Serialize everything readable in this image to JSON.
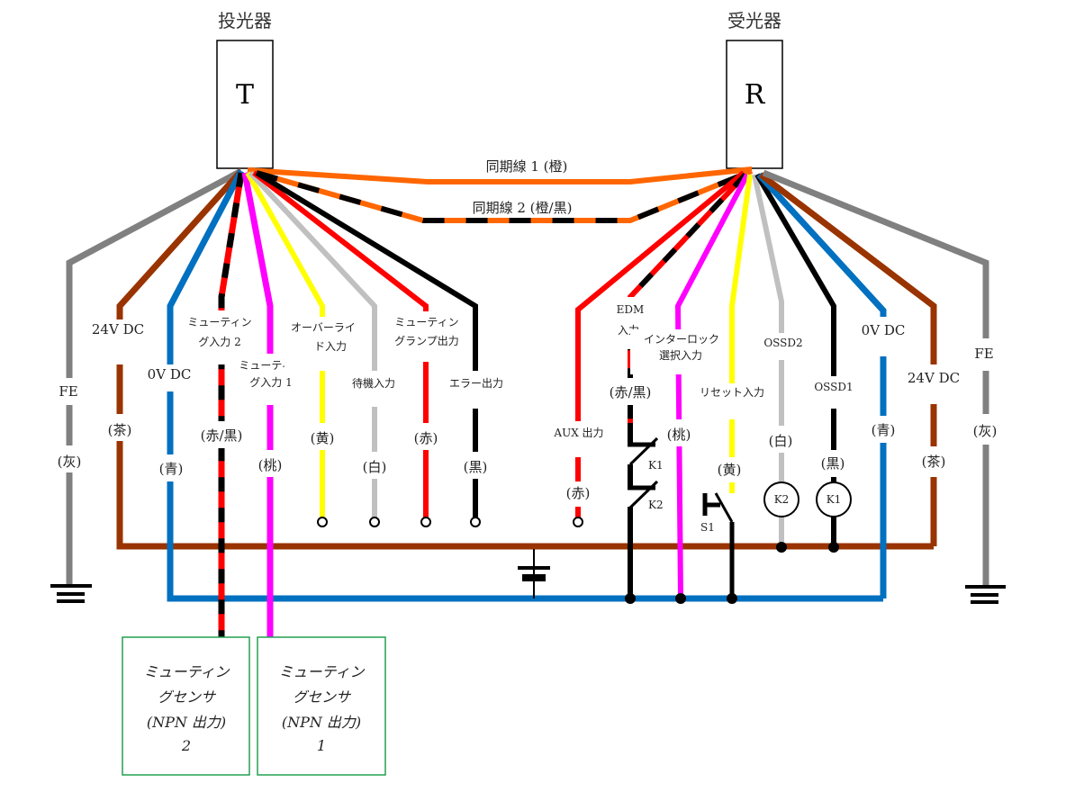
{
  "colors": {
    "gray": "#808080",
    "brown": "#993300",
    "blue": "#0070C0",
    "red": "#FF0000",
    "black": "#000000",
    "magenta": "#FF00FF",
    "yellow": "#FFFF00",
    "white_wire": "#C0C0C0",
    "orange": "#FF6600",
    "sensor_border": "#22A050"
  },
  "emitter": {
    "title": "投光器",
    "letter": "T"
  },
  "receiver": {
    "title": "受光器",
    "letter": "R"
  },
  "sync": {
    "line1": "同期線 1 (橙)",
    "line2": "同期線 2 (橙/黒)"
  },
  "emitter_wires": [
    {
      "id": "fe",
      "label": "FE",
      "color_label": "(灰)"
    },
    {
      "id": "24v",
      "label": "24V DC",
      "color_label": "(茶)"
    },
    {
      "id": "0v",
      "label": "0V DC",
      "color_label": "(青)"
    },
    {
      "id": "muting2",
      "label": [
        "ミューティン",
        "グ入力 2"
      ],
      "color_label": "(赤/黒)"
    },
    {
      "id": "muting1",
      "label": [
        "ミューティン",
        "グ入力 1"
      ],
      "color_label": "(桃)"
    },
    {
      "id": "override",
      "label": [
        "オーバーライ",
        "ド入力"
      ],
      "color_label": "(黄)"
    },
    {
      "id": "standby",
      "label": "待機入力",
      "color_label": "(白)"
    },
    {
      "id": "lamp",
      "label": [
        "ミューティン",
        "グランプ出力"
      ],
      "color_label": "(赤)"
    },
    {
      "id": "error",
      "label": "エラー出力",
      "color_label": "(黒)"
    }
  ],
  "receiver_wires": [
    {
      "id": "aux",
      "label": "AUX 出力",
      "color_label": "(赤)"
    },
    {
      "id": "edm",
      "label": [
        "EDM",
        "入力"
      ],
      "color_label": "(赤/黒)"
    },
    {
      "id": "interlock",
      "label": [
        "インターロック",
        "選択入力"
      ],
      "color_label": "(桃)"
    },
    {
      "id": "reset",
      "label": "リセット入力",
      "color_label": "(黄)"
    },
    {
      "id": "ossd2",
      "label": "OSSD2",
      "color_label": "(白)"
    },
    {
      "id": "ossd1",
      "label": "OSSD1",
      "color_label": "(黒)"
    },
    {
      "id": "0v",
      "label": "0V DC",
      "color_label": "(青)"
    },
    {
      "id": "24v",
      "label": "24V DC",
      "color_label": "(茶)"
    },
    {
      "id": "fe",
      "label": "FE",
      "color_label": "(灰)"
    }
  ],
  "components": {
    "k1_contact": "K1",
    "k2_contact": "K2",
    "s1_switch": "S1",
    "k2_coil": "K2",
    "k1_coil": "K1"
  },
  "sensors": [
    {
      "lines": [
        "ミューティン",
        "グセンサ",
        "(NPN 出力)",
        "2"
      ]
    },
    {
      "lines": [
        "ミューティン",
        "グセンサ",
        "(NPN 出力)",
        "1"
      ]
    }
  ]
}
